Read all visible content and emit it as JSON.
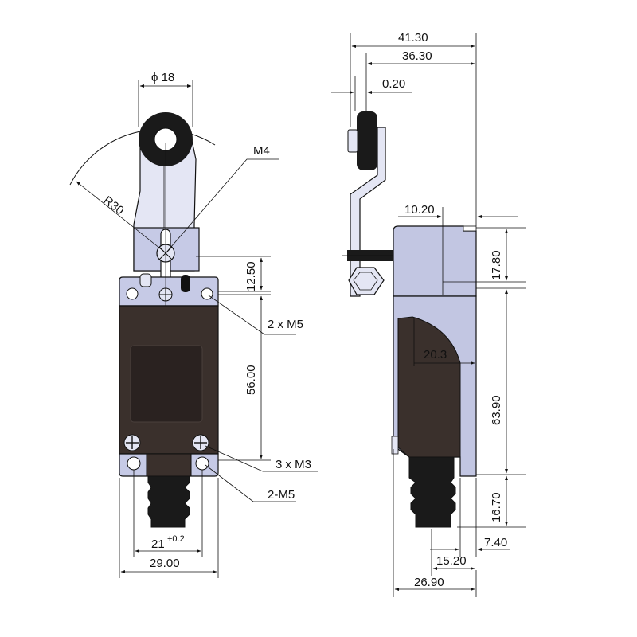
{
  "front_view": {
    "roller_diameter": "ϕ 18",
    "arm_radius": "R30",
    "screw": "M4",
    "arm_hole_height": "12.50",
    "mount_holes_top": "2 x M5",
    "body_height": "56.00",
    "terminal_screws": "3 x M3",
    "mount_holes_bottom": "2-M5",
    "hole_spacing": "21",
    "hole_spacing_tolerance": "+0.2",
    "body_width": "29.00"
  },
  "side_view": {
    "overall_width": "41.30",
    "roller_offset": "36.30",
    "gap": "0.20",
    "arm_offset": "10.20",
    "head_height": "17.80",
    "cover_radius": "20.3",
    "body_height": "63.90",
    "gland_height": "16.70",
    "gland_depth": "7.40",
    "gland_width": "15.20",
    "body_depth": "26.90"
  },
  "colors": {
    "body": "#3a302c",
    "head": "#c2c6e2",
    "plate": "#c6cae6",
    "arm": "#e4e6f4",
    "roller": "#1a1a1a",
    "line": "#111111"
  }
}
